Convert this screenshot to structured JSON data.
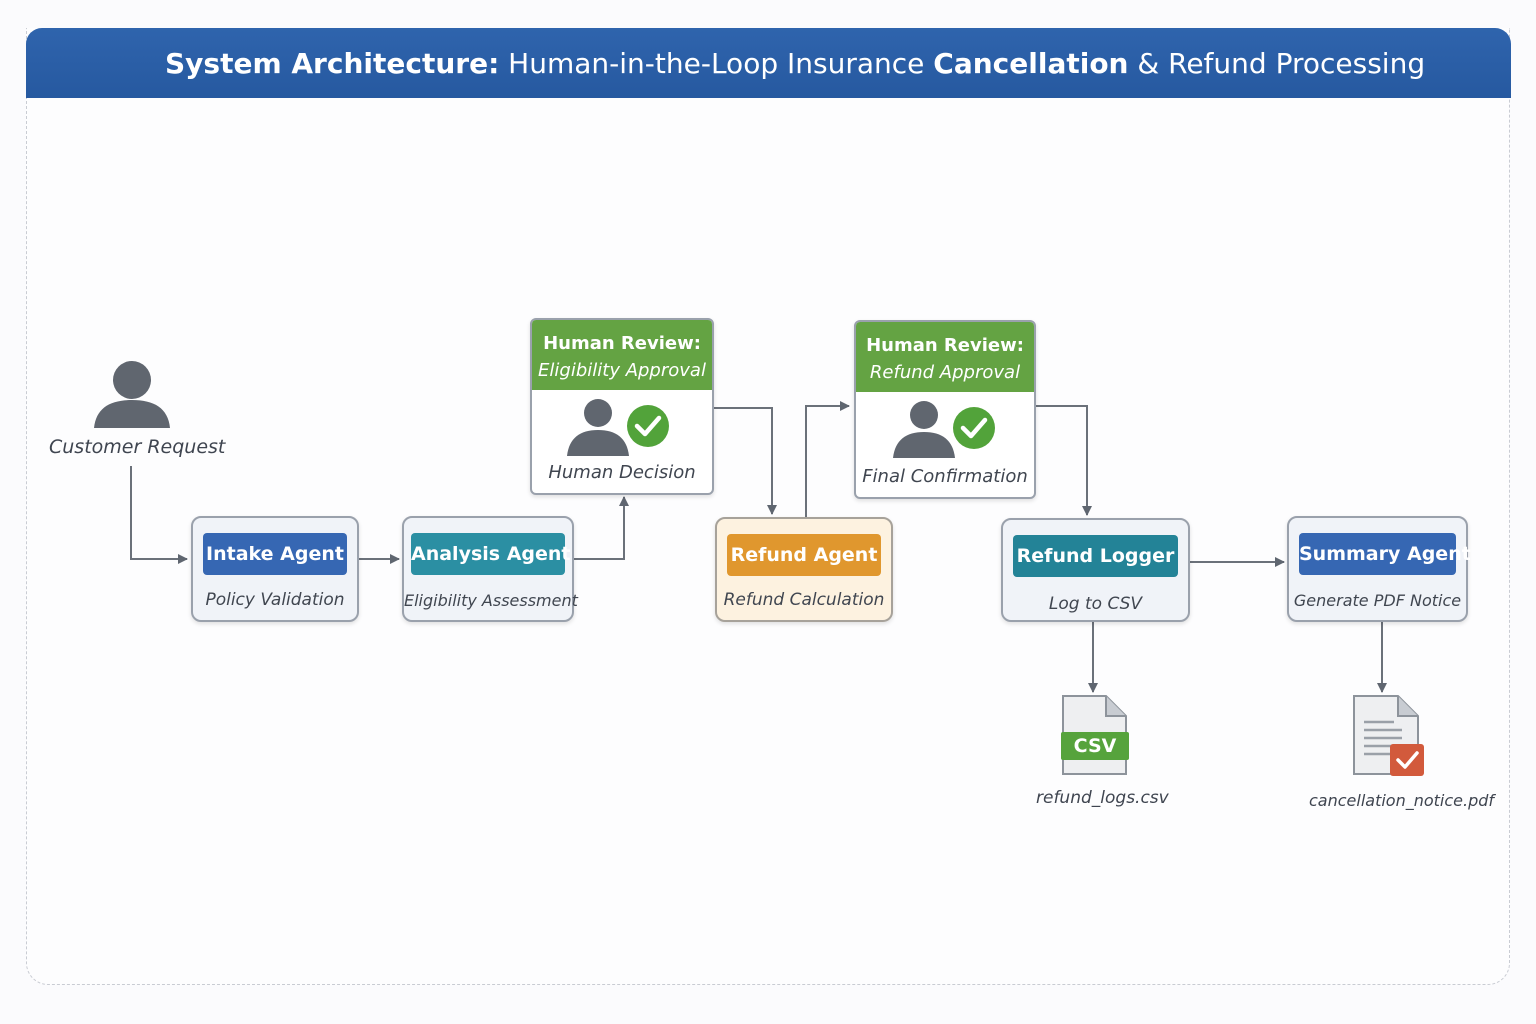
{
  "title": {
    "bold1": "System Architecture:",
    "text1": " Human-in-the-Loop Insurance ",
    "bold2": "Cancellation",
    "text2": " & Refund Processing"
  },
  "customer": {
    "label": "Customer Request"
  },
  "agents": [
    {
      "title": "Intake Agent",
      "subtitle": "Policy Validation"
    },
    {
      "title": "Analysis Agent",
      "subtitle": "Eligibility Assessment"
    },
    {
      "title": "Refund Agent",
      "subtitle": "Refund Calculation"
    },
    {
      "title": "Refund Logger",
      "subtitle": "Log to CSV"
    },
    {
      "title": "Summary Agent",
      "subtitle": "Generate PDF Notice"
    }
  ],
  "reviews": [
    {
      "line1": "Human Review:",
      "line2": "Eligibility Approval",
      "footer": "Human Decision"
    },
    {
      "line1": "Human Review:",
      "line2": "Refund Approval",
      "footer": "Final Confirmation"
    }
  ],
  "outputs": {
    "csv": {
      "badge": "CSV",
      "filename": "refund_logs.csv"
    },
    "pdf": {
      "filename": "cancellation_notice.pdf"
    }
  },
  "colors": {
    "header_blue": "#2a5ea6",
    "intake_blue": "#3667b3",
    "analysis_teal": "#2b8fa3",
    "refund_orange": "#e0972e",
    "logger_teal": "#238397",
    "summary_blue": "#3667b3",
    "review_green": "#64a343"
  }
}
